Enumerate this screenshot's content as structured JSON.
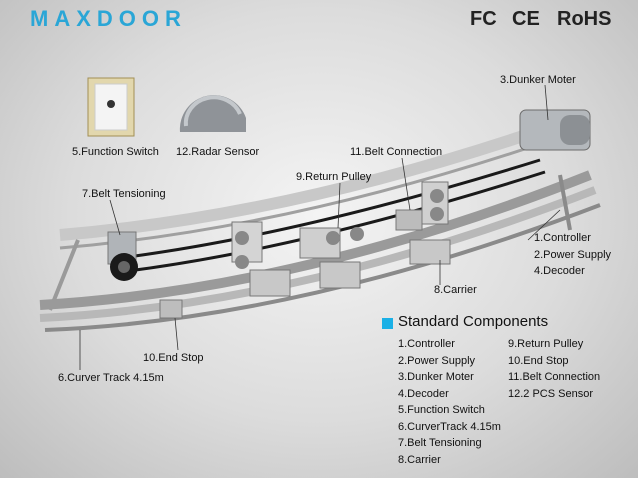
{
  "brand": "MAXDOOR",
  "certifications": [
    "FC",
    "CE",
    "RoHS"
  ],
  "labels": {
    "motor": "3.Dunker Moter",
    "function_switch": "5.Function Switch",
    "radar_sensor": "12.Radar Sensor",
    "belt_connection": "11.Belt Connection",
    "return_pulley": "9.Return Pulley",
    "belt_tensioning": "7.Belt Tensioning",
    "controller_group": [
      "1.Controller",
      "2.Power Supply",
      "4.Decoder"
    ],
    "carrier": "8.Carrier",
    "end_stop": "10.End Stop",
    "curved_track": "6.Curver Track 4.15m"
  },
  "standard_components": {
    "title": "Standard Components",
    "left_column": [
      "1.Controller",
      "2.Power Supply",
      "3.Dunker Moter",
      "4.Decoder",
      "5.Function Switch",
      "6.CurverTrack 4.15m",
      "7.Belt Tensioning",
      "8.Carrier"
    ],
    "right_column": [
      "9.Return Pulley",
      "10.End Stop",
      "11.Belt Connection",
      "12.2 PCS Sensor"
    ]
  },
  "colors": {
    "brand": "#2aa6d6",
    "accent": "#1ab0e6"
  }
}
